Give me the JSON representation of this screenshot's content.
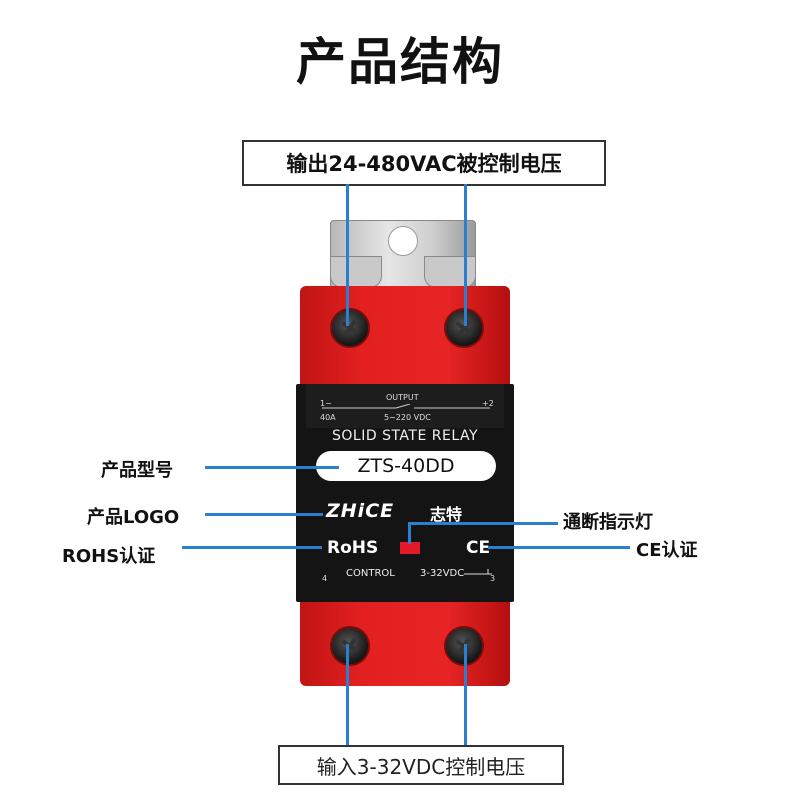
{
  "title": "产品结构",
  "top_label": "输出24-480VAC被控制电压",
  "bottom_label": "输入3-32VDC控制电压",
  "callouts": {
    "model": "产品型号",
    "logo": "产品LOGO",
    "rohs": "ROHS认证",
    "indicator": "通断指示灯",
    "ce": "CE认证"
  },
  "relay": {
    "output_label": "OUTPUT",
    "terminal_1": "1−",
    "terminal_2": "+2",
    "current": "40A",
    "output_range": "5∼220 VDC",
    "product_type": "SOLID STATE RELAY",
    "model": "ZTS-40DD",
    "brand": "ZHiCE",
    "brand_cn": "志特",
    "rohs_mark": "RoHS",
    "ce_mark": "CE",
    "terminal_4": "4",
    "control_label": "CONTROL",
    "control_range": "3-32VDC",
    "terminal_3": "3"
  },
  "colors": {
    "relay_body": "#e32020",
    "panel": "#141414",
    "callout_line": "#2a7fd0",
    "indicator_led": "#e3192a"
  }
}
